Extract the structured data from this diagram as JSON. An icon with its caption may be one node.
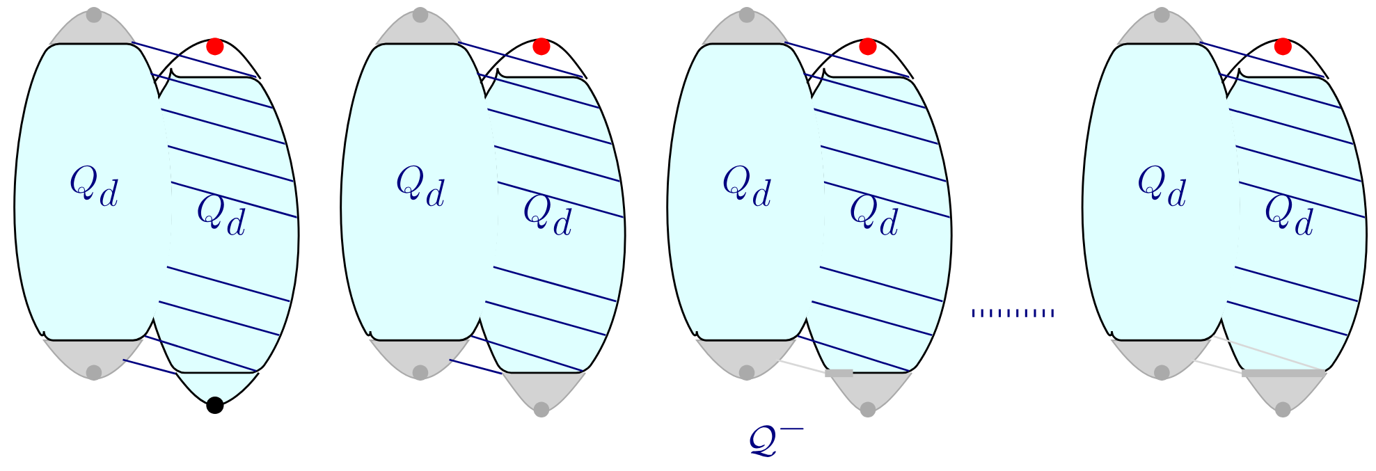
{
  "diagram": {
    "nodes": [
      {
        "text": [
          "Q_d"
        ]
      },
      {
        "text": [
          "Q_d"
        ]
      },
      {
        "text": [
          "Q_d"
        ]
      },
      {
        "text": [
          "Q_d"
        ]
      },
      {
        "text": [
          "Q_d"
        ]
      },
      {
        "text": [
          "Q_d"
        ]
      },
      {
        "text": [
          "Q_d"
        ]
      },
      {
        "text": [
          "Q_d"
        ]
      }
    ],
    "labels": [
      "\\mathcal{Q}^{-}"
    ]
  }
}
